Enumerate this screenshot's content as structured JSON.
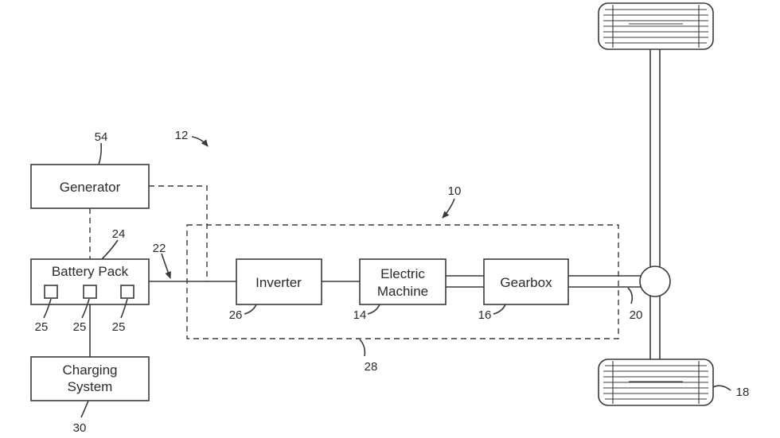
{
  "blocks": {
    "generator": "Generator",
    "battery_pack": "Battery Pack",
    "charging_line1": "Charging",
    "charging_line2": "System",
    "inverter": "Inverter",
    "electric_line1": "Electric",
    "electric_line2": "Machine",
    "gearbox": "Gearbox"
  },
  "refs": {
    "r54": "54",
    "r12": "12",
    "r10": "10",
    "r24": "24",
    "r22": "22",
    "r25a": "25",
    "r25b": "25",
    "r25c": "25",
    "r26": "26",
    "r14": "14",
    "r16": "16",
    "r20": "20",
    "r28": "28",
    "r30": "30",
    "r18": "18"
  }
}
